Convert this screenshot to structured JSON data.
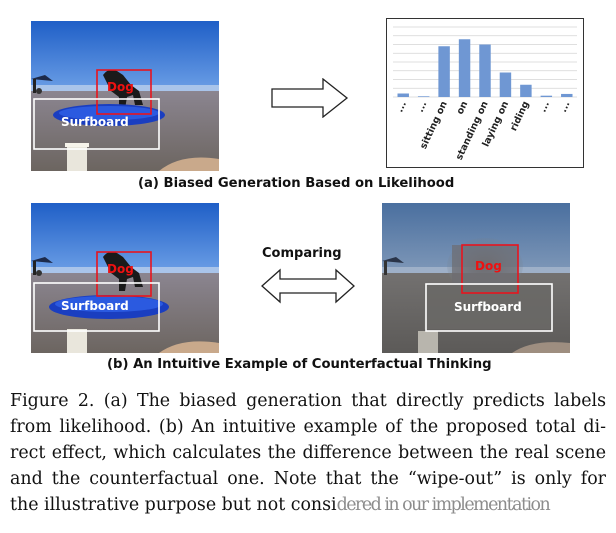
{
  "panel_a": {
    "caption": "(a) Biased Generation Based on Likelihood",
    "dog_label": "Dog",
    "surfboard_label": "Surfboard"
  },
  "panel_b": {
    "caption": "(b) An Intuitive Example of Counterfactual Thinking",
    "comparing_label": "Comparing",
    "dog_label_left": "Dog",
    "surfboard_label_left": "Surfboard",
    "dog_label_right": "Dog",
    "surfboard_label_right": "Surfboard"
  },
  "colors": {
    "box_red": "#e8141e",
    "box_white": "#ffffff",
    "bar_blue": "#6f97d3",
    "label_red": "#ee1111"
  },
  "chart_data": {
    "type": "bar",
    "categories": [
      "...",
      "...",
      "sitting on",
      "on",
      "standing on",
      "laying on",
      "riding",
      "...",
      "..."
    ],
    "values": [
      4,
      0.8,
      58,
      66,
      60,
      28,
      14,
      1.5,
      3.5
    ],
    "ylim": [
      0,
      80
    ],
    "grid": true,
    "title": "",
    "xlabel": "",
    "ylabel": ""
  },
  "caption": {
    "lines": [
      "Figure 2. (a) The biased generation that directly predicts labels",
      "from likelihood. (b) An intuitive example of the proposed total di-",
      "rect effect, which calculates the difference between the real scene",
      "and the counterfactual one.  Note that the “wipe-out” is only for"
    ],
    "last_line_visible": "the illustrative purpose but not consi",
    "last_line_faded": "dered in our implementation"
  }
}
